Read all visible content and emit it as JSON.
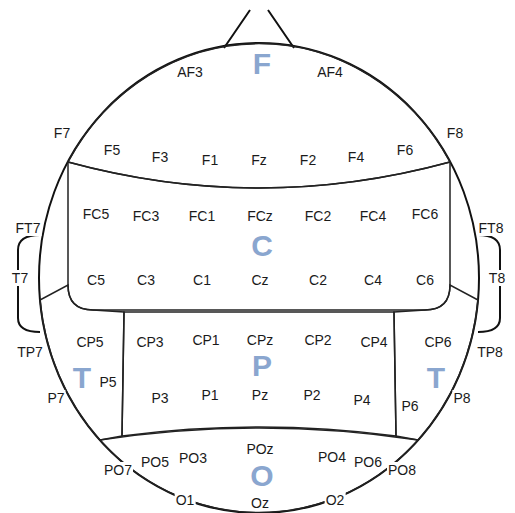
{
  "diagram": {
    "nodes": [
      {
        "text": [
          "F"
        ]
      },
      {
        "text": [
          "C"
        ]
      },
      {
        "text": [
          "T"
        ]
      },
      {
        "text": [
          "P"
        ]
      },
      {
        "text": [
          "T"
        ]
      },
      {
        "text": [
          "O"
        ]
      }
    ],
    "labels": [
      "AF3",
      "AF4",
      "F7",
      "F5",
      "F3",
      "F1",
      "Fz",
      "F2",
      "F4",
      "F6",
      "F8",
      "FT7",
      "FC5",
      "FC3",
      "FC1",
      "FCz",
      "FC2",
      "FC4",
      "FC6",
      "FT8",
      "T7",
      "C5",
      "C3",
      "C1",
      "Cz",
      "C2",
      "C4",
      "C6",
      "T8",
      "TP7",
      "CP5",
      "CP3",
      "CP1",
      "CPz",
      "CP2",
      "CP4",
      "CP6",
      "TP8",
      "P7",
      "P5",
      "P3",
      "P1",
      "Pz",
      "P2",
      "P4",
      "P6",
      "P8",
      "PO7",
      "PO5",
      "PO3",
      "POz",
      "PO4",
      "PO6",
      "PO8",
      "O1",
      "Oz",
      "O2"
    ]
  }
}
